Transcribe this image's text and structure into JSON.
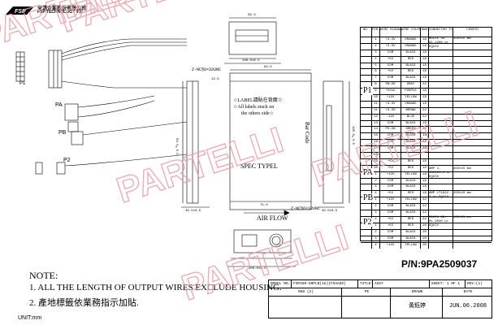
{
  "company": {
    "name_cn": "全漢企業股份有限公司",
    "name_en": "FSP TECHNOLOGY INC."
  },
  "drawing": {
    "dims": {
      "top_width": "59.3",
      "total_width": "108.0±0.5",
      "inner": "84.0",
      "side": "13.8",
      "screw": "Z-NC§6×32UNC",
      "height": "63.5±0.5",
      "bottom_width": "100.0±0.5",
      "depth": "190.0±0.5",
      "gap": "75.0",
      "right_small": "40.5±0.5"
    },
    "label_lines": [
      "☆LABEL請貼在背面☆",
      "☆All labels stuck on",
      "the others side☆"
    ],
    "bar_code": "Bar Code",
    "spec_text": "SPEC TYPEL",
    "air_flow": "AIR FLOW",
    "connectors": [
      "P1",
      "PA",
      "PB",
      "P2"
    ]
  },
  "wire_table": {
    "headers": [
      "NO.",
      "PIN NO.",
      "WIRE SIGNAL",
      "WIRE COLOR",
      "AWG",
      "CONNECTOR TYPE",
      "LENGTH"
    ],
    "groups": [
      "P1",
      "PA",
      "PB",
      "P2"
    ],
    "connector_types": [
      "MOLEX 39-01-2200 or EQUIV",
      "AMP 1-480424-0 or EQUIV",
      "AMP 171822-4 or EQUIV",
      "MOLEX 39-01-2040 or EQUIV"
    ],
    "lengths": [
      "450±15 mm",
      "450±15 mm",
      "150±10 mm",
      "450±15 mm"
    ],
    "rows": [
      [
        "P1",
        "1",
        "+3.3V",
        "ORANGE",
        "18"
      ],
      [
        "",
        "2",
        "+3.3V",
        "ORANGE",
        "18"
      ],
      [
        "",
        "3",
        "COM",
        "BLACK",
        "18"
      ],
      [
        "",
        "4",
        "+5V",
        "RED",
        "18"
      ],
      [
        "",
        "5",
        "COM",
        "BLACK",
        "18"
      ],
      [
        "",
        "6",
        "+5V",
        "RED",
        "18"
      ],
      [
        "",
        "7",
        "COM",
        "BLACK",
        "18"
      ],
      [
        "",
        "8",
        "PW-OK",
        "GRAY",
        "22"
      ],
      [
        "",
        "9",
        "+5Vsb",
        "PURPLE",
        "18"
      ],
      [
        "",
        "10",
        "+12V",
        "YELLOW",
        "18"
      ],
      [
        "",
        "11",
        "+3.3V",
        "ORANGE",
        "18"
      ],
      [
        "",
        "11",
        "+3.3S",
        "BROWN",
        "22"
      ],
      [
        "",
        "12",
        "-12V",
        "BLUE",
        "22"
      ],
      [
        "",
        "13",
        "COM",
        "BLACK",
        "18"
      ],
      [
        "",
        "14",
        "PS-ON",
        "GREEN",
        "22"
      ],
      [
        "",
        "15",
        "COM",
        "BLACK",
        "18"
      ],
      [
        "",
        "16",
        "COM",
        "BLACK",
        "18"
      ],
      [
        "",
        "17",
        "COM",
        "BLACK",
        "18"
      ],
      [
        "",
        "18",
        "",
        "",
        ""
      ],
      [
        "",
        "19",
        "+5V",
        "RED",
        "18"
      ],
      [
        "",
        "20",
        "+5V",
        "RED",
        "18"
      ],
      [
        "PA",
        "1",
        "+12V",
        "YELLOW",
        "18"
      ],
      [
        "",
        "2",
        "COM",
        "BLACK",
        "18"
      ],
      [
        "",
        "3",
        "COM",
        "BLACK",
        "18"
      ],
      [
        "",
        "4",
        "+5V",
        "RED",
        "18"
      ],
      [
        "PB",
        "1",
        "+12V",
        "YELLOW",
        "22"
      ],
      [
        "",
        "2",
        "COM",
        "BLACK",
        "22"
      ],
      [
        "",
        "3",
        "COM",
        "BLACK",
        "22"
      ],
      [
        "",
        "4",
        "+5V",
        "RED",
        "22"
      ],
      [
        "P2",
        "1",
        "+5V",
        "RED",
        "20"
      ],
      [
        "",
        "2",
        "COM",
        "BLACK",
        "20"
      ],
      [
        "",
        "3",
        "COM",
        "BLACK",
        "20"
      ],
      [
        "",
        "4",
        "+12V",
        "YELLOW",
        "20"
      ]
    ]
  },
  "part_no": "P/N:9PA2509037",
  "notes": {
    "title": "NOTE:",
    "line1": "1. ALL THE LENGTH OF OUTPUT WIRES EXCLUDE HOUSING.",
    "line2": "2. 產地標籤依業務指示加貼.",
    "unit": "UNIT:mm"
  },
  "title_block": {
    "model_label": "MODEL NO.",
    "model_value": "FSP250-50PLB(1U)(FO4A8S)",
    "title_label": "TITLE:",
    "title_value": "ASSY",
    "sheet": "SHEET: 1 OF 1",
    "rev": "REV:(1)",
    "rd_label": "R&D (2)",
    "pe_label": "PE",
    "drawn_label": "DRAWN",
    "date_label": "DATE",
    "drawn_value": "黃鈺婷",
    "date_value": "JUN.06.2008"
  },
  "watermark": {
    "text": "PARTELLI",
    "color": "#e8a0a8"
  }
}
